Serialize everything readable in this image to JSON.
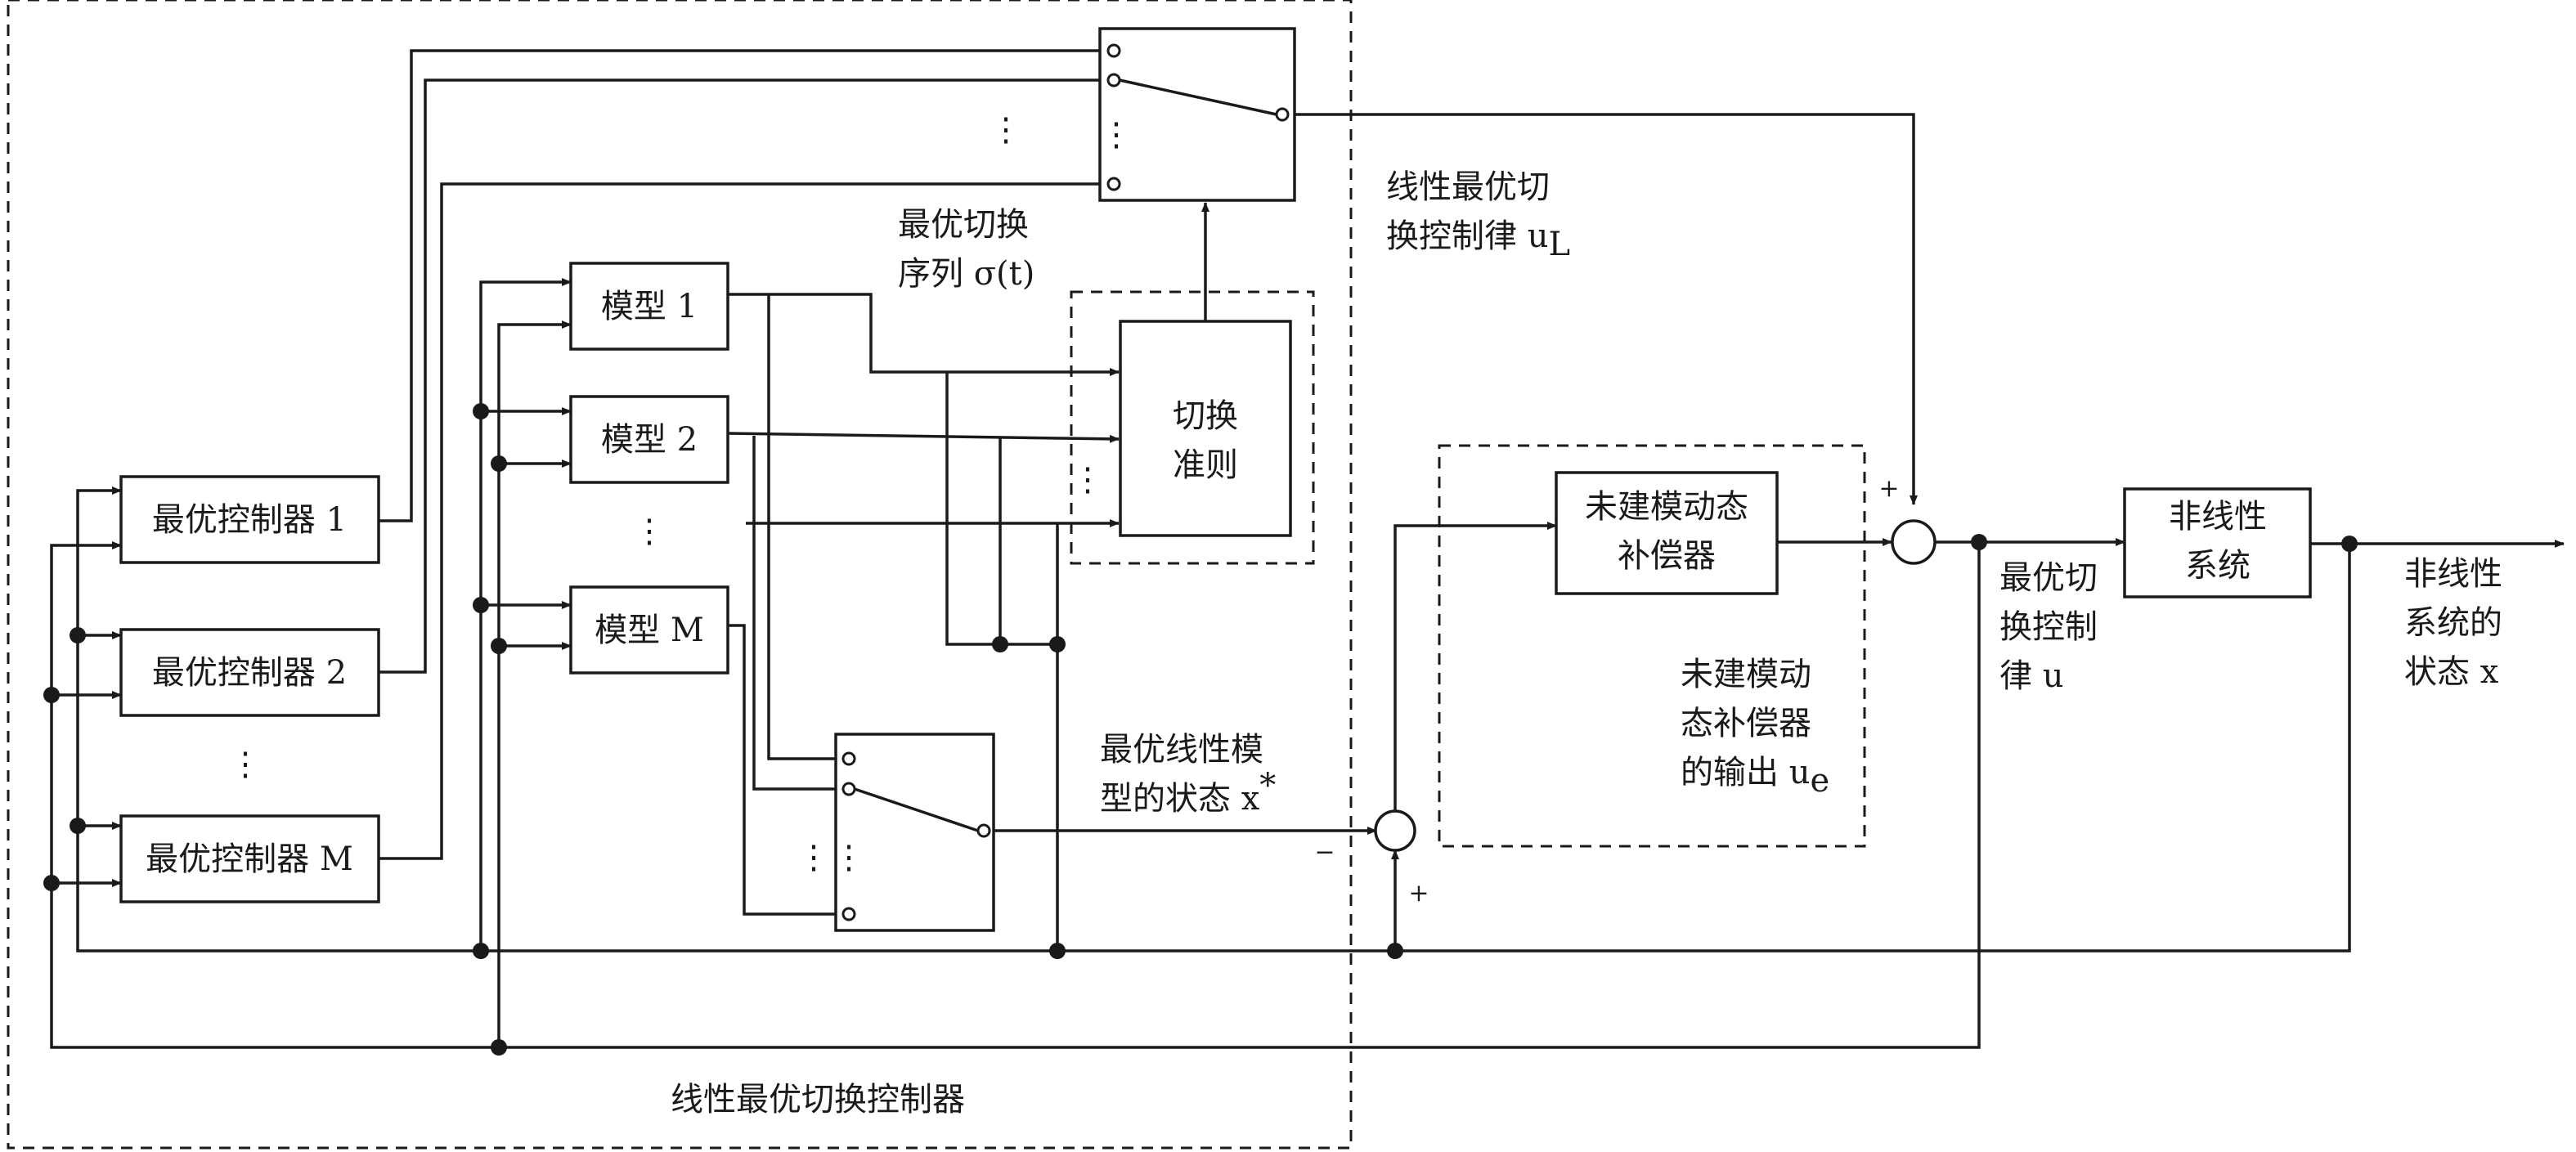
{
  "controllers": {
    "c1": "最优控制器 1",
    "c2": "最优控制器 2",
    "cm_text": "最优控制器 ",
    "cm_sym": "M",
    "dots": "⋮"
  },
  "models": {
    "m1": "模型 1",
    "m2": "模型 2",
    "mm_text": "模型 ",
    "mm_sym": "M",
    "dots": "⋮"
  },
  "criterion": {
    "line1": "切换",
    "line2": "准则"
  },
  "compensator": {
    "line1": "未建模动态",
    "line2": "补偿器"
  },
  "plant": {
    "line1": "非线性",
    "line2": "系统"
  },
  "labels": {
    "sigma_line1": "最优切换",
    "sigma_line2_text": "序列 ",
    "sigma_line2_sym": "σ(t)",
    "uL_line1": "线性最优切",
    "uL_line2_text": "换控制律 ",
    "uL_sym": "u",
    "uL_sub": "L",
    "xstar_line1": "最优线性模",
    "xstar_line2_text": "型的状态 ",
    "xstar_sym": "x",
    "xstar_sup": "*",
    "ue_line1": "未建模动",
    "ue_line2": "态补偿器",
    "ue_line3_text": "的输出 ",
    "ue_sym": "u",
    "ue_sub": "e",
    "u_line1": "最优切",
    "u_line2": "换控制",
    "u_line3_text": "律 ",
    "u_sym": "u",
    "x_line1": "非线性",
    "x_line2": "系统的",
    "x_line3_text": "状态 ",
    "x_sym": "x",
    "outer_caption": "线性最优切换控制器"
  },
  "signs": {
    "upper_plus": "+",
    "lower_minus": "−",
    "lower_plus": "+"
  }
}
